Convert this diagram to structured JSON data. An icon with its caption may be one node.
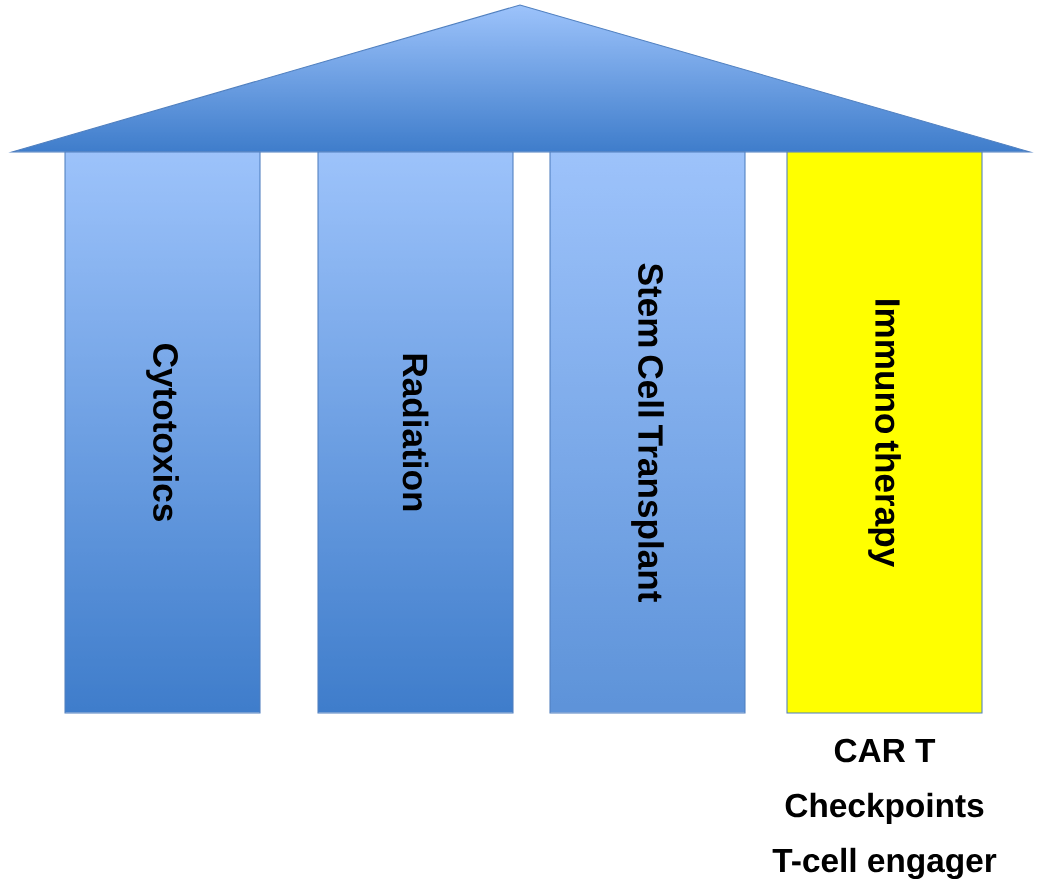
{
  "diagram": {
    "nodes": [
      {
        "text": [],
        "shape": "triangle"
      },
      {
        "text": [
          "Cytotoxics"
        ]
      },
      {
        "text": [
          "Radiation"
        ]
      },
      {
        "text": [
          "Stem Cell Transplant"
        ]
      },
      {
        "text": [
          "Immuno therapy"
        ],
        "beside": [
          "CAR T",
          "Checkpoints",
          "T-cell engager"
        ]
      }
    ]
  }
}
